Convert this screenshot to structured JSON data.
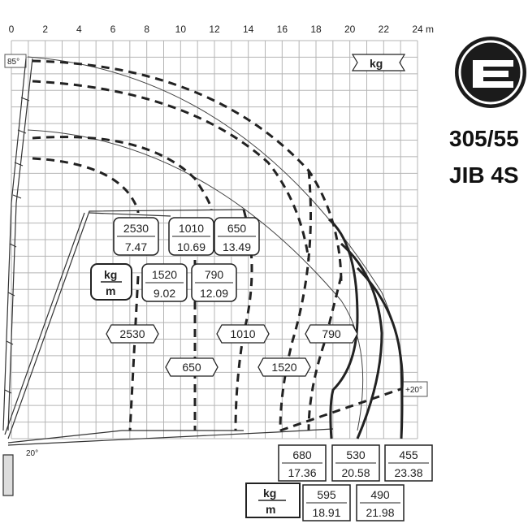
{
  "x_axis": {
    "ticks": [
      "0",
      "2",
      "4",
      "6",
      "8",
      "10",
      "12",
      "14",
      "16",
      "18",
      "20",
      "22",
      "24"
    ],
    "unit": "m"
  },
  "angles": {
    "top": "85°",
    "right": "+20°",
    "bottom": "20°"
  },
  "unit_labels": {
    "kg_top": "kg",
    "kg": "kg",
    "m": "m"
  },
  "model": {
    "line1": "305/55",
    "line2": "JIB 4S"
  },
  "logo": {
    "name": "brand-logo",
    "letter": "E"
  },
  "colors": {
    "line": "#222222",
    "grid": "#b5b5b5",
    "accent_gray": "#7a7a7a"
  },
  "inner_boxes": [
    {
      "kg": "2530",
      "m": "7.47"
    },
    {
      "kg": "1010",
      "m": "10.69"
    },
    {
      "kg": "650",
      "m": "13.49"
    },
    {
      "kg": "1520",
      "m": "9.02"
    },
    {
      "kg": "790",
      "m": "12.09"
    }
  ],
  "curve_labels": [
    "2530",
    "1010",
    "650",
    "1520",
    "790"
  ],
  "bottom_boxes": [
    {
      "kg": "680",
      "m": "17.36"
    },
    {
      "kg": "530",
      "m": "20.58"
    },
    {
      "kg": "455",
      "m": "23.38"
    },
    {
      "kg": "595",
      "m": "18.91"
    },
    {
      "kg": "490",
      "m": "21.98"
    }
  ]
}
